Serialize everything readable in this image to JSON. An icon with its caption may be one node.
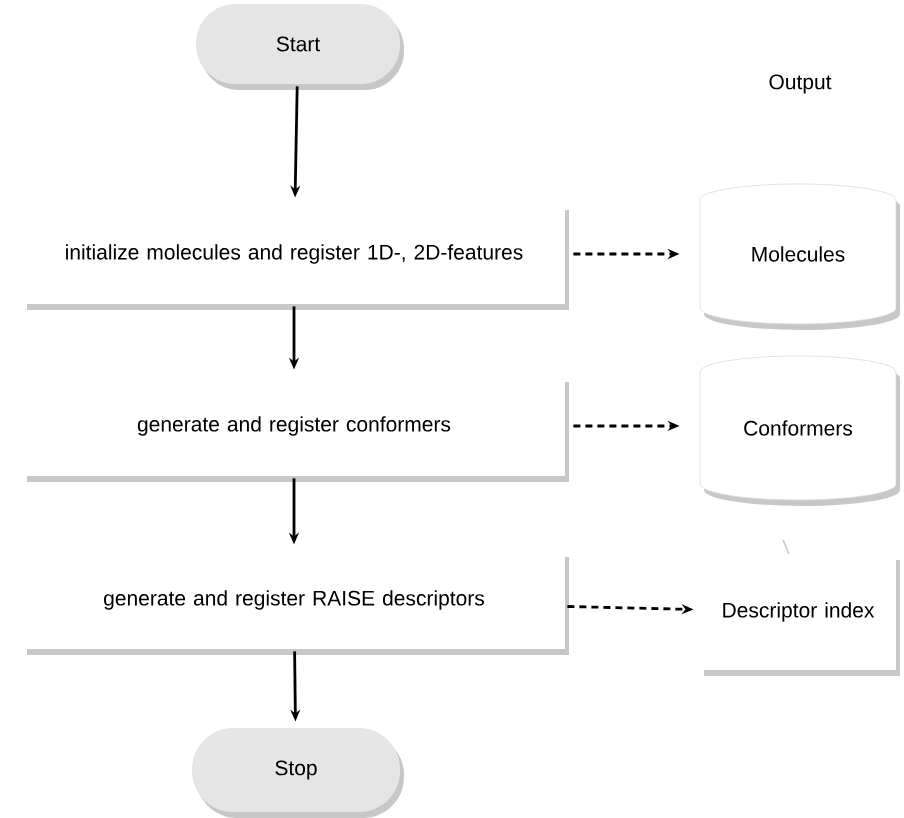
{
  "diagram": {
    "nodes": [
      {
        "text": [
          "Start"
        ]
      },
      {
        "text": [
          "initialize molecules and register 1D-, 2D-features"
        ]
      },
      {
        "text": [
          "Molecules"
        ]
      },
      {
        "text": [
          "generate and register conformers"
        ]
      },
      {
        "text": [
          "Conformers"
        ]
      },
      {
        "text": [
          "generate and register RAISE descriptors"
        ]
      },
      {
        "text": [
          "Descriptor index"
        ]
      },
      {
        "text": [
          "Stop"
        ]
      }
    ],
    "edges": [
      {
        "from": 0,
        "to": 1,
        "arrow": "to"
      },
      {
        "from": 1,
        "to": 2,
        "arrow": "to",
        "style": "dashed"
      },
      {
        "from": 1,
        "to": 3,
        "arrow": "to"
      },
      {
        "from": 3,
        "to": 4,
        "arrow": "to",
        "style": "dashed"
      },
      {
        "from": 3,
        "to": 5,
        "arrow": "to"
      },
      {
        "from": 5,
        "to": 6,
        "arrow": "to",
        "style": "dashed"
      },
      {
        "from": 5,
        "to": 7,
        "arrow": "to"
      }
    ],
    "labels": [
      "Output"
    ]
  }
}
